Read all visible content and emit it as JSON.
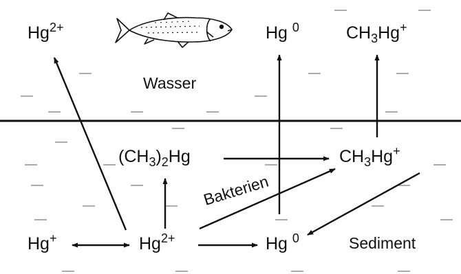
{
  "regions": {
    "water_label": "Wasser",
    "sediment_label": "Sediment"
  },
  "species": {
    "hg2_water": {
      "base": "Hg",
      "charge": "2+"
    },
    "hg0_water": {
      "base": "Hg",
      "charge": "0"
    },
    "mehg_water": {
      "pre": "CH",
      "sub": "3",
      "base": "Hg",
      "charge": "+"
    },
    "dimethyl": {
      "pre": "(CH",
      "sub": "3",
      "mid": ")",
      "sub2": "2",
      "base": "Hg"
    },
    "mehg_sed": {
      "pre": "CH",
      "sub": "3",
      "base": "Hg",
      "charge": "+"
    },
    "hg1_sed": {
      "base": "Hg",
      "charge": "+"
    },
    "hg2_sed": {
      "base": "Hg",
      "charge": "2+"
    },
    "hg0_sed": {
      "base": "Hg",
      "charge": "0"
    }
  },
  "bacteria_label": "Bakterien",
  "icons": {
    "fish": "salmon-icon"
  },
  "colors": {
    "ink": "#111111",
    "background": "#ffffff",
    "noise": "#444444"
  }
}
